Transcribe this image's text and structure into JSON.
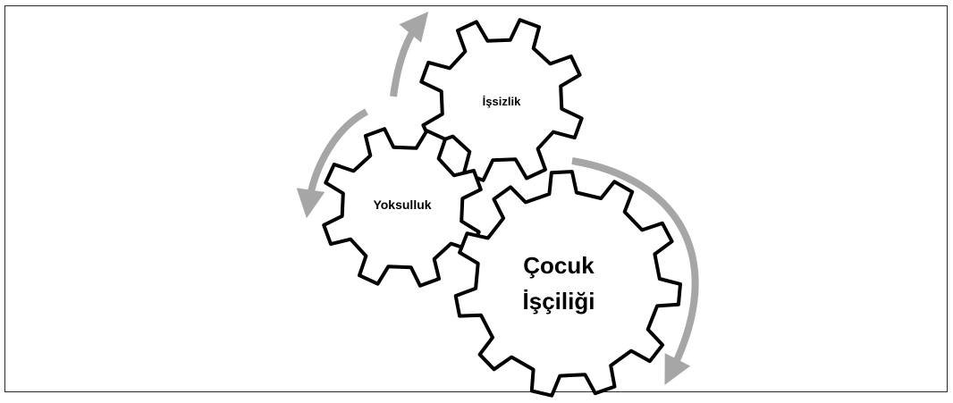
{
  "diagram": {
    "gears": [
      {
        "id": "unemployment",
        "label_lines": [
          "İşsizlik"
        ]
      },
      {
        "id": "poverty",
        "label_lines": [
          "Yoksulluk"
        ]
      },
      {
        "id": "child-labor",
        "label_lines": [
          "Çocuk",
          "İşçiliği"
        ]
      }
    ],
    "colors": {
      "gear_stroke": "#000000",
      "gear_fill": "#ffffff",
      "arrow": "#a6a6a6",
      "frame_border": "#2b2b2b"
    }
  }
}
